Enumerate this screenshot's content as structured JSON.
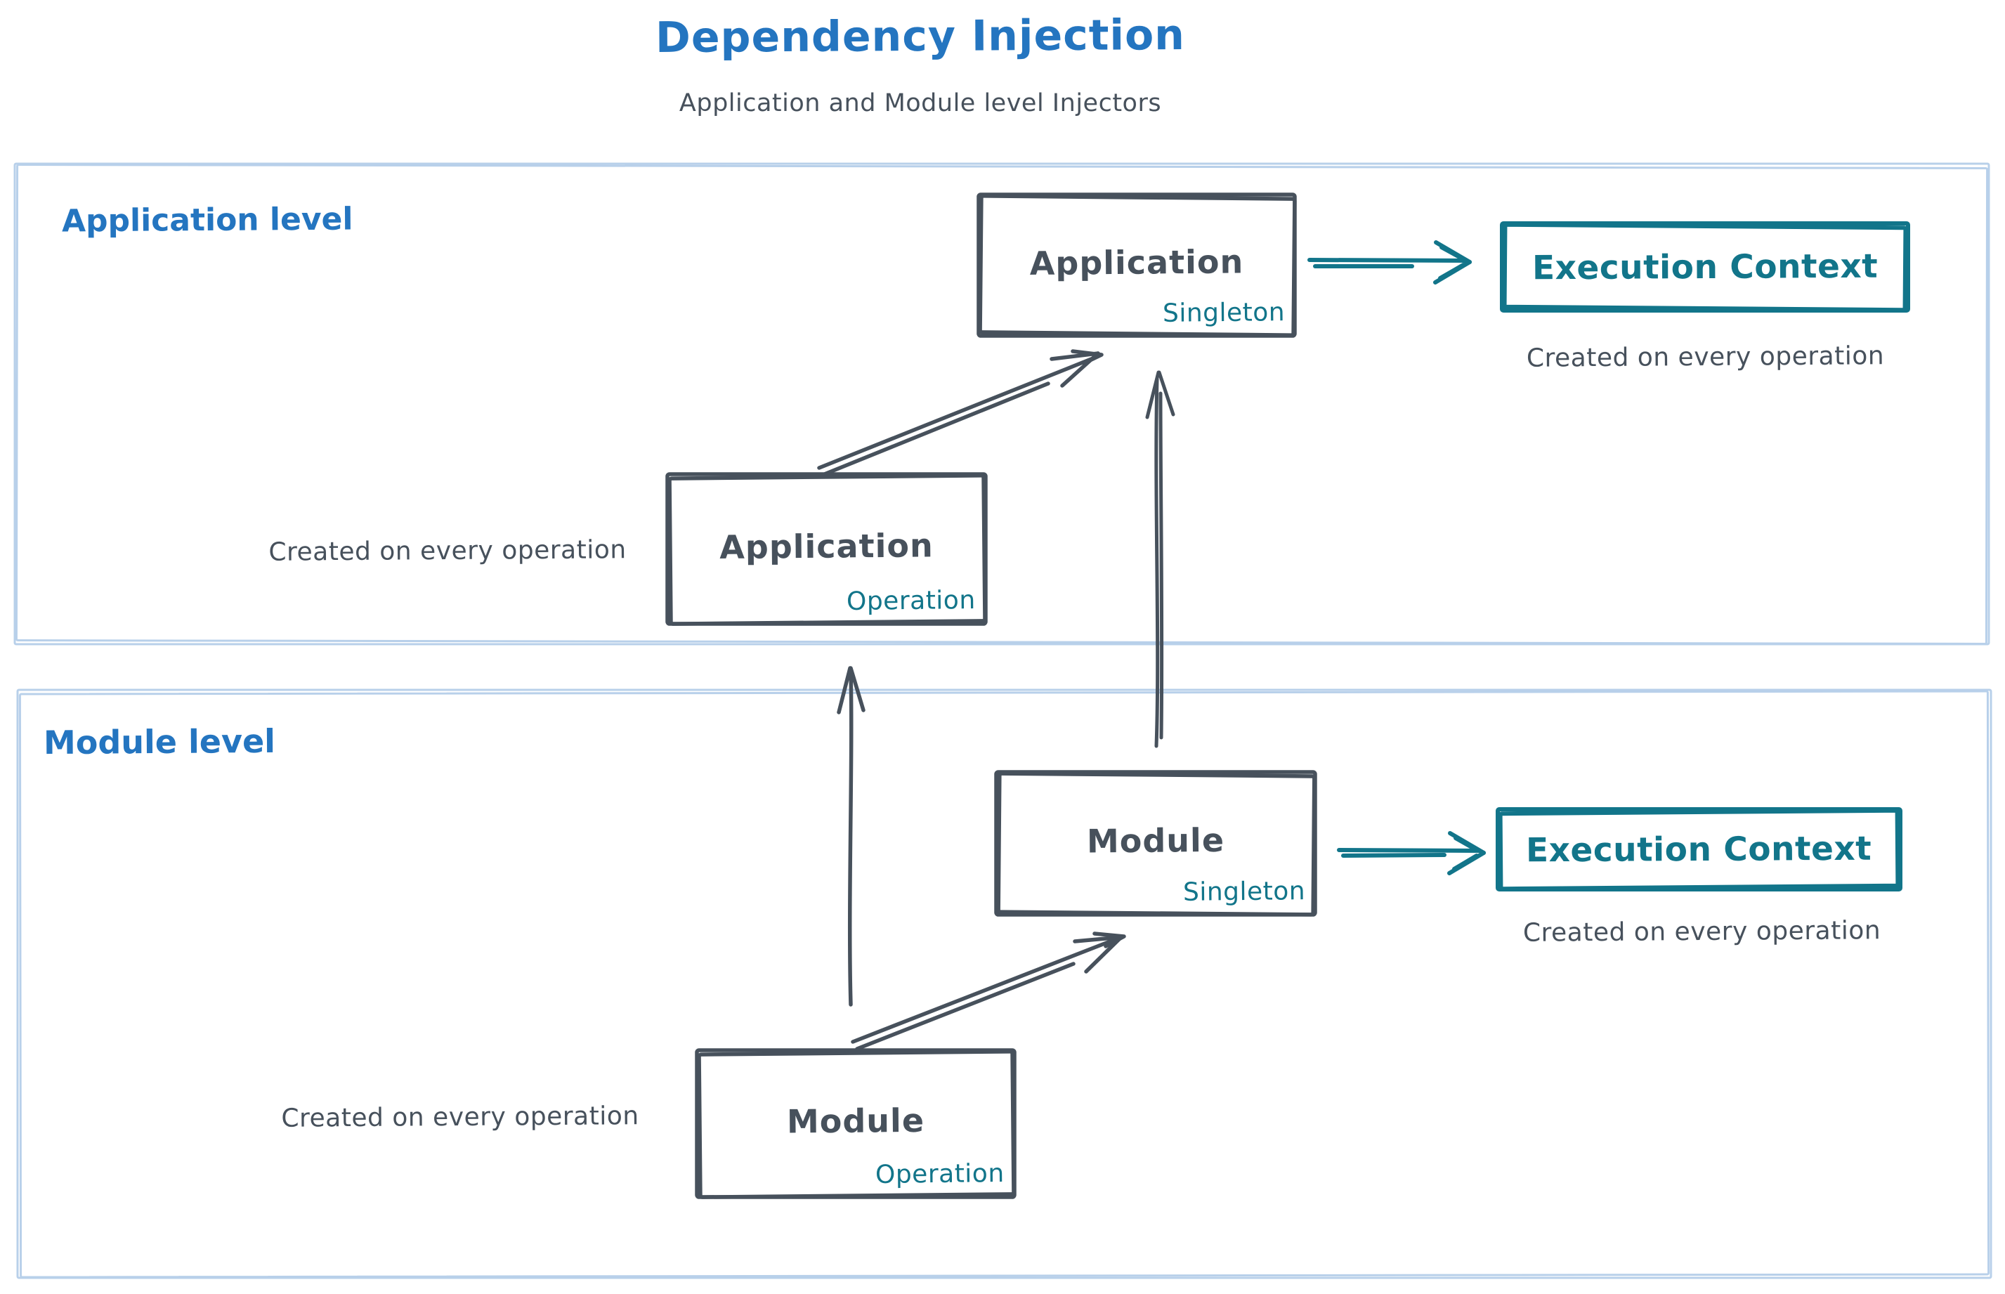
{
  "title": "Dependency Injection",
  "subtitle": "Application and Module level Injectors",
  "colors": {
    "title_blue": "#2475c0",
    "ink_gray": "#47515c",
    "teal": "#12758a",
    "container_border": "#b8d0ea",
    "background": "#ffffff"
  },
  "application_level": {
    "label": "Application level",
    "singleton_box": {
      "name": "Application",
      "scope": "Singleton"
    },
    "operation_box": {
      "name": "Application",
      "scope": "Operation"
    },
    "operation_note": "Created on every operation",
    "execution_context": {
      "label": "Execution Context",
      "note": "Created on every operation"
    }
  },
  "module_level": {
    "label": "Module level",
    "singleton_box": {
      "name": "Module",
      "scope": "Singleton"
    },
    "operation_box": {
      "name": "Module",
      "scope": "Operation"
    },
    "operation_note": "Created on every operation",
    "execution_context": {
      "label": "Execution Context",
      "note": "Created on every operation"
    }
  }
}
